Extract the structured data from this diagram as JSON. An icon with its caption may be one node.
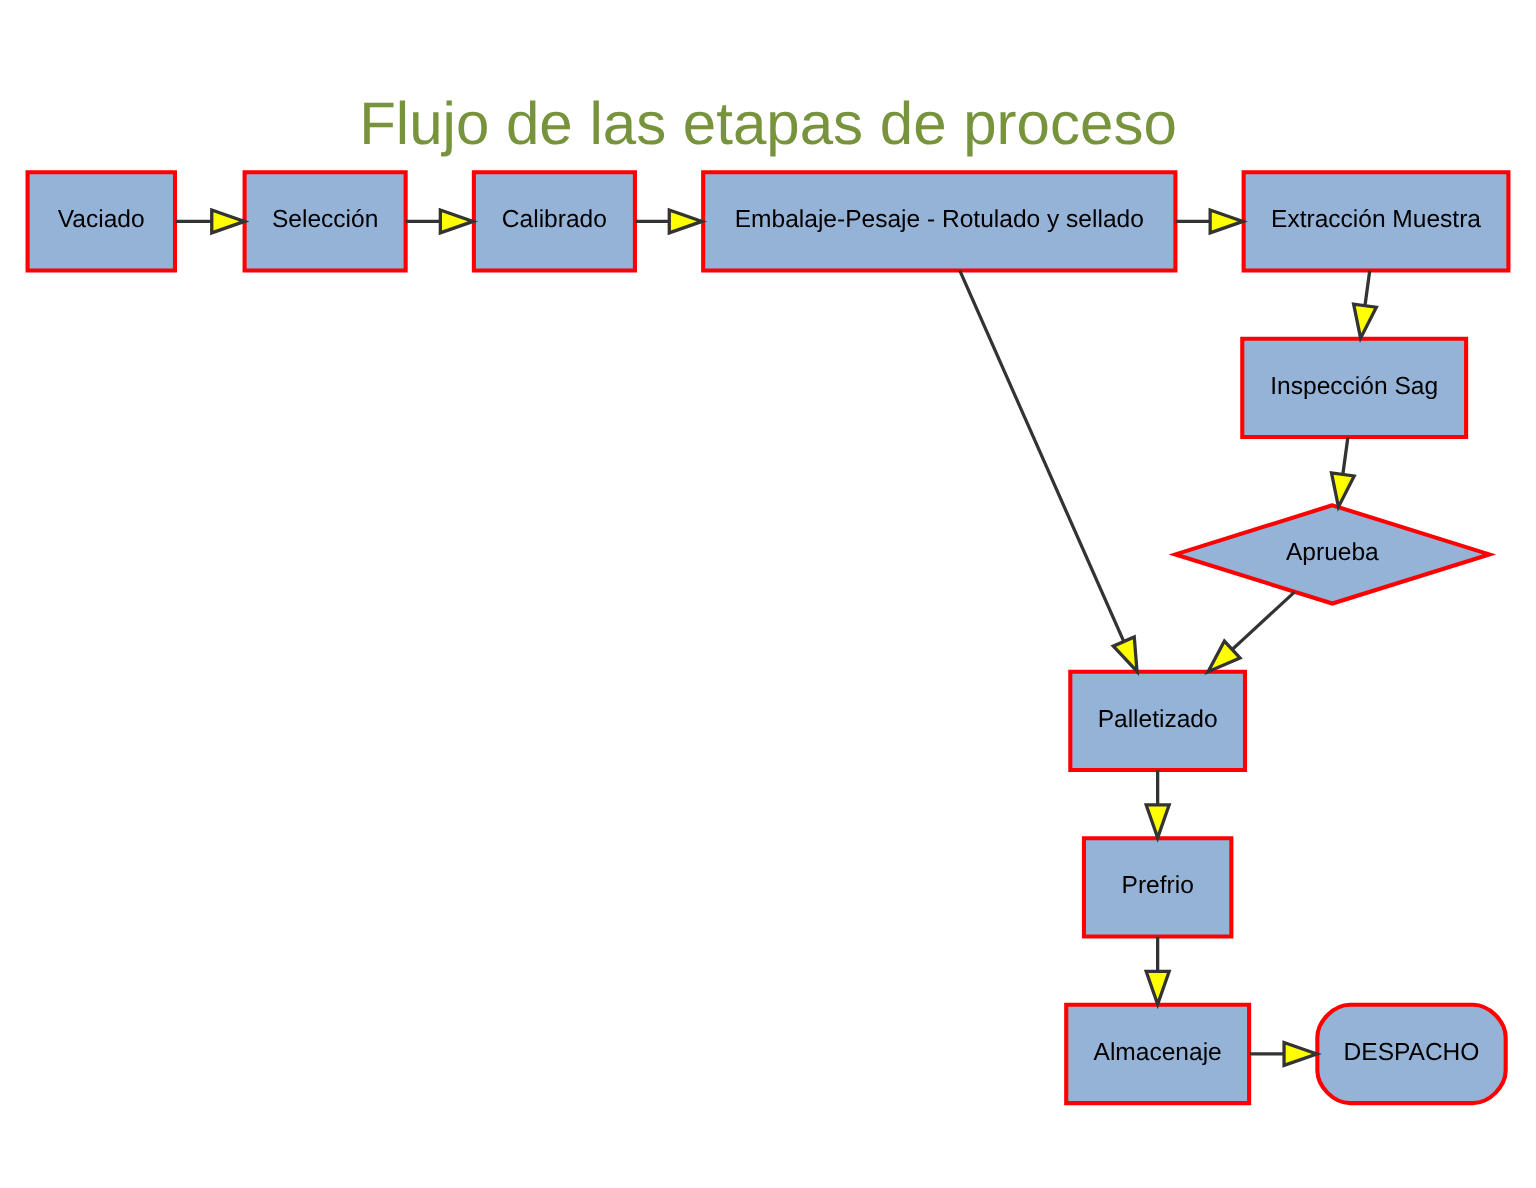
{
  "diagram": {
    "title": "Flujo de las etapas de proceso",
    "nodes": [
      {
        "text": [
          "Vaciado"
        ]
      },
      {
        "text": [
          "Selección"
        ]
      },
      {
        "text": [
          "Calibrado"
        ]
      },
      {
        "text": [
          "Embalaje-Pesaje - Rotulado y sellado"
        ]
      },
      {
        "text": [
          "Extracción Muestra"
        ]
      },
      {
        "text": [
          "Inspección Sag"
        ]
      },
      {
        "text": [
          "Aprueba"
        ]
      },
      {
        "text": [
          "Palletizado"
        ]
      },
      {
        "text": [
          "Prefrio"
        ]
      },
      {
        "text": [
          "Almacenaje"
        ]
      },
      {
        "text": [
          "DESPACHO"
        ]
      }
    ],
    "edges": [
      {
        "from": 0,
        "to": 1,
        "arrow": "to"
      },
      {
        "from": 1,
        "to": 2,
        "arrow": "to"
      },
      {
        "from": 2,
        "to": 3,
        "arrow": "to"
      },
      {
        "from": 3,
        "to": 4,
        "arrow": "to"
      },
      {
        "from": 4,
        "to": 5,
        "arrow": "to"
      },
      {
        "from": 5,
        "to": 6,
        "arrow": "to"
      },
      {
        "from": 6,
        "to": 7,
        "arrow": "to"
      },
      {
        "from": 3,
        "to": 7,
        "arrow": "to"
      },
      {
        "from": 7,
        "to": 8,
        "arrow": "to"
      },
      {
        "from": 8,
        "to": 9,
        "arrow": "to"
      },
      {
        "from": 9,
        "to": 10,
        "arrow": "to"
      }
    ]
  }
}
